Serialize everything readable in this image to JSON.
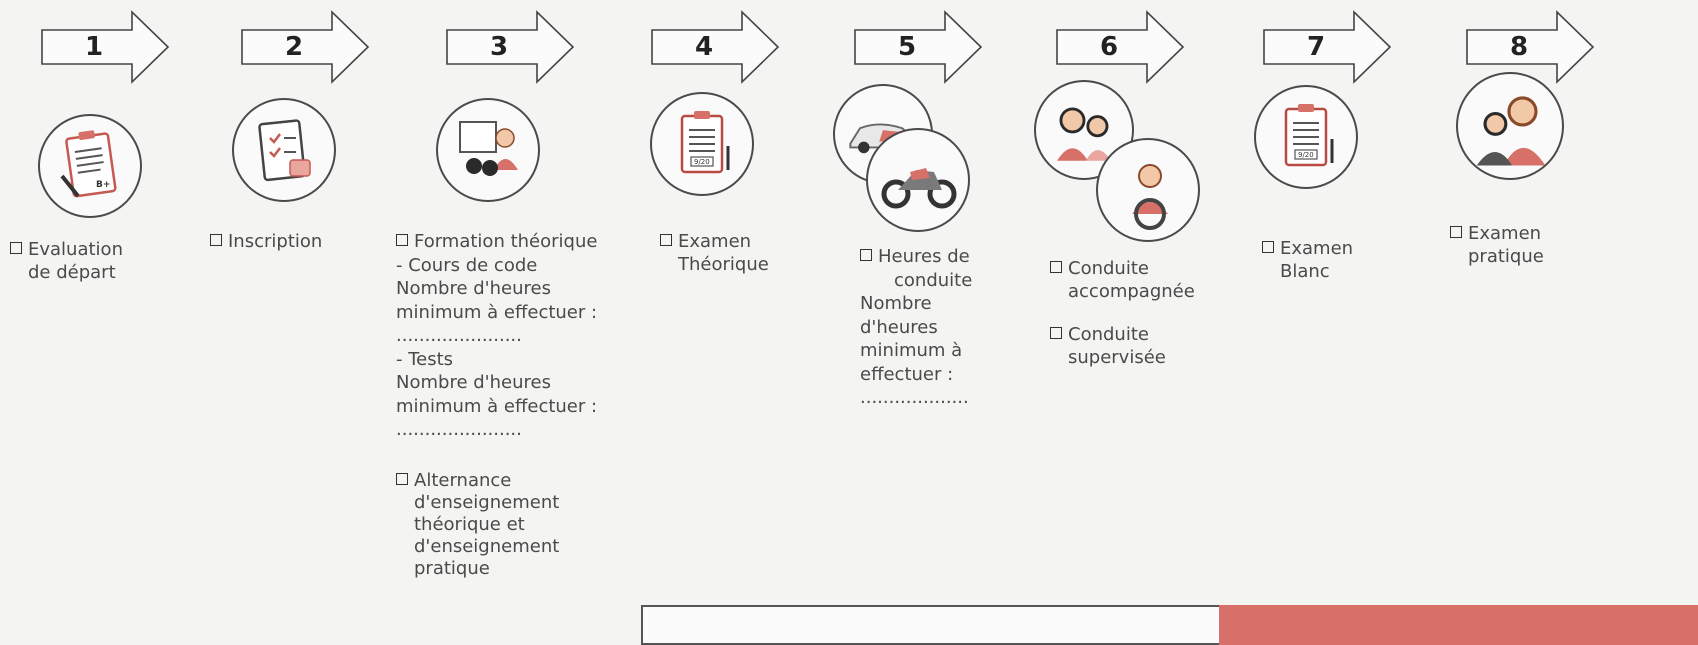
{
  "steps": [
    {
      "num": "1",
      "icon": "clipboard-grade-icon",
      "lines": [
        "Evaluation",
        "de départ"
      ]
    },
    {
      "num": "2",
      "icon": "clipboard-checklist-icon",
      "lines": [
        "Inscription"
      ]
    },
    {
      "num": "3",
      "icon": "classroom-icon",
      "title": "Formation théorique",
      "sub1": "-      Cours de code",
      "h1a": "Nombre d'heures",
      "h1b": "minimum à effectuer :",
      "dots1": "......................",
      "sub2": "-      Tests",
      "h2a": "Nombre d'heures",
      "h2b": "minimum à effectuer :",
      "dots2": "......................",
      "alt": [
        "Alternance",
        "d'enseignement",
        "théorique et",
        "d'enseignement",
        "pratique"
      ]
    },
    {
      "num": "4",
      "icon": "exam-sheet-icon",
      "lines": [
        "Examen",
        "Théorique"
      ]
    },
    {
      "num": "5",
      "icon": "car-motorbike-icon",
      "lines": [
        "Heures de",
        "conduite",
        "Nombre",
        "d'heures",
        "minimum à",
        "effectuer :",
        "..................."
      ]
    },
    {
      "num": "6",
      "icon": "accompanied-driving-icon",
      "a": "Conduite",
      "b": "accompagnée",
      "c": "Conduite",
      "d": "supervisée"
    },
    {
      "num": "7",
      "icon": "exam-sheet-icon",
      "lines": [
        "Examen",
        "Blanc"
      ]
    },
    {
      "num": "8",
      "icon": "instructor-student-icon",
      "lines": [
        "Examen",
        "pratique"
      ]
    }
  ],
  "colors": {
    "accent_red": "#d77068",
    "outline": "#4a4a4a"
  },
  "exam_score": "9/20",
  "grade": "B+"
}
